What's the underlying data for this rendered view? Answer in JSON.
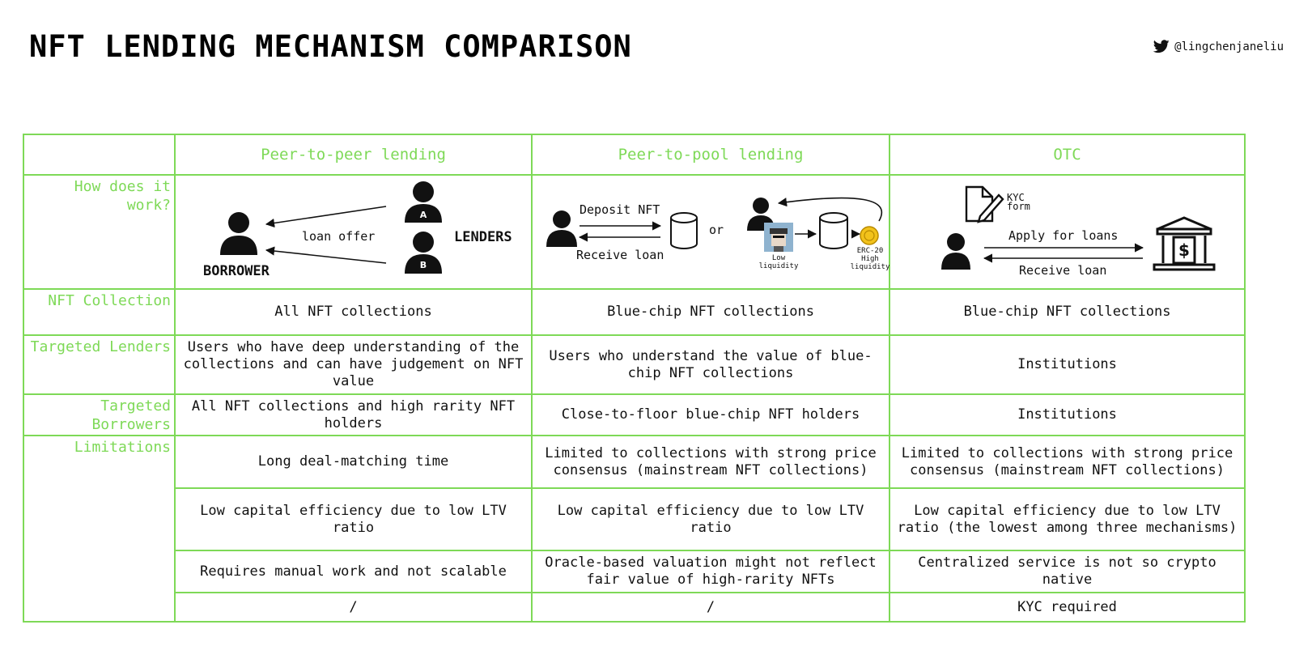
{
  "title": "NFT LENDING MECHANISM COMPARISON",
  "handle": "@lingchenjaneliu",
  "colors": {
    "accent": "#7ed957",
    "text": "#111111"
  },
  "icons": {
    "handle": "twitter-bird-icon"
  },
  "columns": [
    "Peer-to-peer lending",
    "Peer-to-pool lending",
    "OTC"
  ],
  "rows": {
    "how": "How does it work?",
    "collection": "NFT Collection",
    "lenders": "Targeted Lenders",
    "borrowers": "Targeted Borrowers",
    "limitations": "Limitations"
  },
  "diagrams": {
    "p2p": {
      "loan_offer": "loan offer",
      "lenders": "LENDERS",
      "borrower": "BORROWER",
      "lender_a": "A",
      "lender_b": "B"
    },
    "pool": {
      "deposit": "Deposit NFT",
      "receive": "Receive loan",
      "or": "or",
      "low": "Low",
      "liquidity_low": "liquidity",
      "erc20": "ERC-20",
      "high": "High",
      "liquidity_high": "liquidity"
    },
    "otc": {
      "kyc_form_1": "KYC",
      "kyc_form_2": "form",
      "apply": "Apply for loans",
      "receive": "Receive loan",
      "bank_symbol": "$"
    }
  },
  "collection": [
    "All NFT collections",
    "Blue-chip NFT collections",
    "Blue-chip NFT collections"
  ],
  "lenders": [
    "Users who have deep understanding of the collections and can have judgement on NFT value",
    "Users who understand the value of blue-chip NFT collections",
    "Institutions"
  ],
  "borrowers": [
    "All NFT collections and high rarity NFT holders",
    "Close-to-floor blue-chip NFT holders",
    "Institutions"
  ],
  "limitations": [
    [
      "Long deal-matching time",
      "Limited to collections with strong price consensus (mainstream NFT collections)",
      "Limited to collections with strong price consensus (mainstream NFT collections)"
    ],
    [
      "Low capital efficiency due to low LTV ratio",
      "Low capital efficiency due to low LTV ratio",
      "Low capital efficiency due to low LTV ratio (the lowest among three mechanisms)"
    ],
    [
      "Requires manual work and not scalable",
      "Oracle-based valuation might not reflect fair value of high-rarity NFTs",
      "Centralized service is not so crypto native"
    ],
    [
      "/",
      "/",
      "KYC required"
    ]
  ]
}
